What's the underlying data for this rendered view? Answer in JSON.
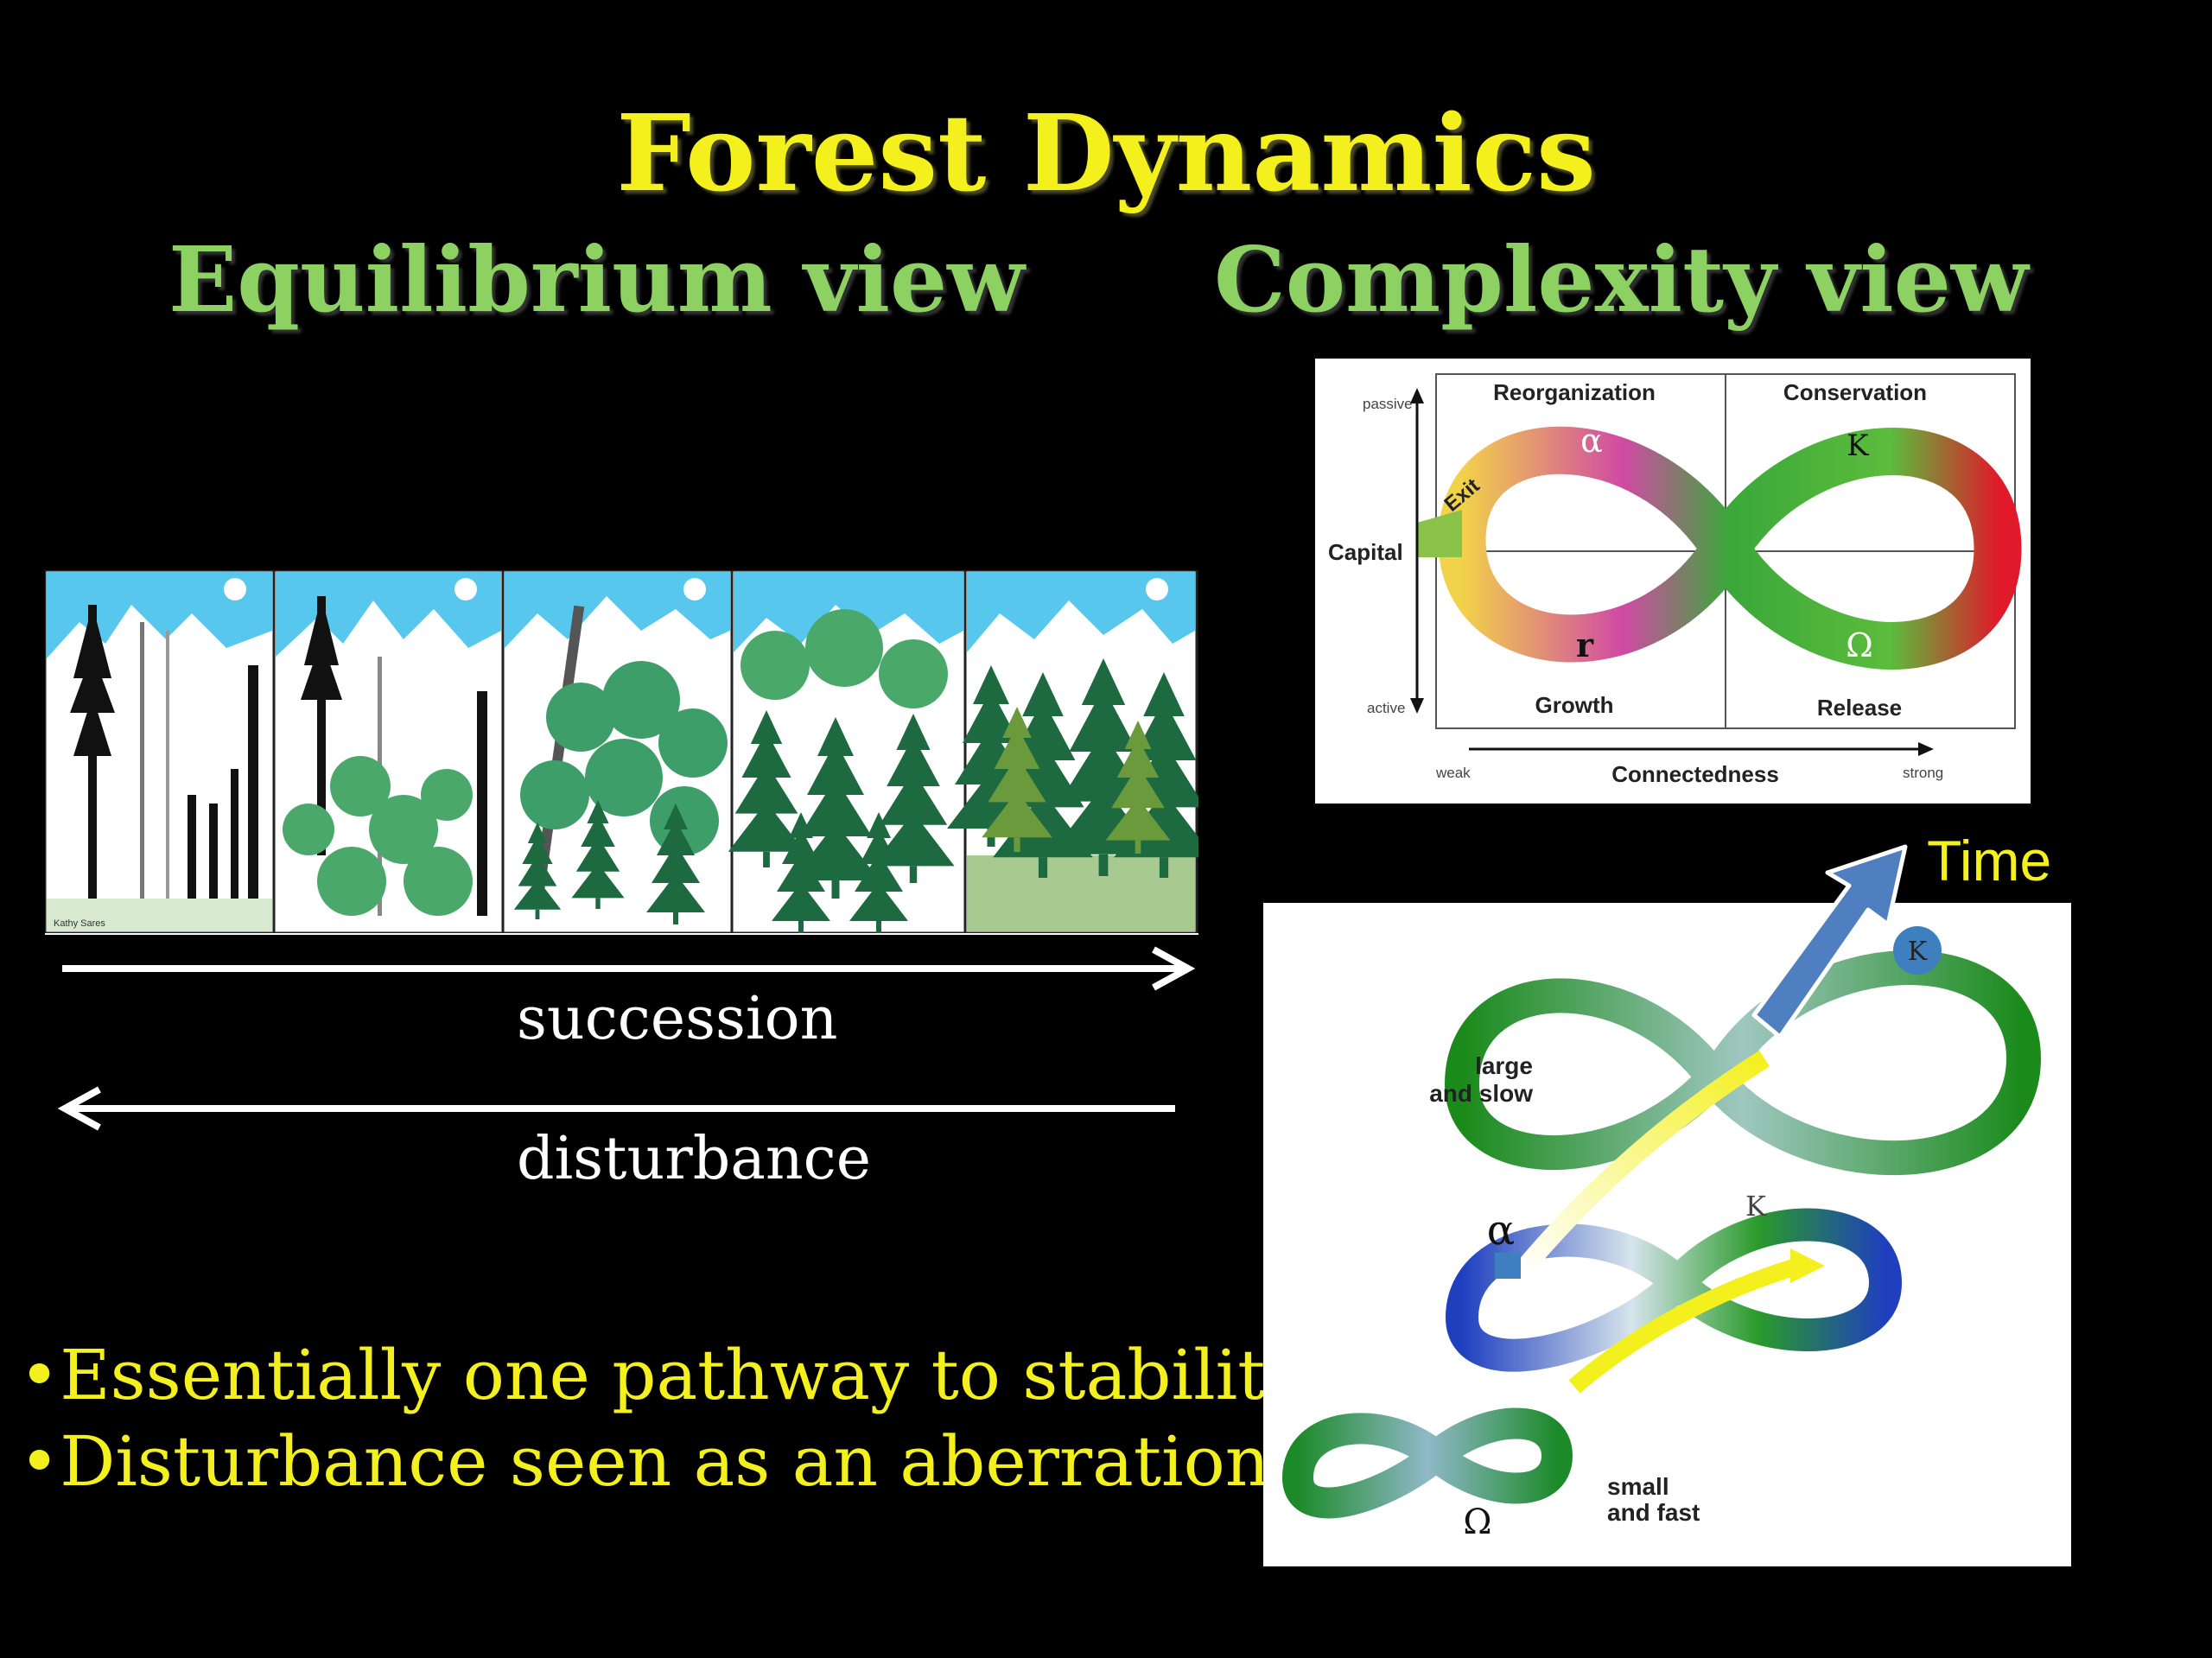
{
  "slide": {
    "title": "Forest Dynamics",
    "subtitle_left": "Equilibrium view",
    "subtitle_right": "Complexity view",
    "colors": {
      "title": "#f4f01e",
      "subtitle": "#8ed163",
      "background": "#000000"
    }
  },
  "equilibrium": {
    "panel_credit": "Kathy Sares",
    "succession_label": "succession",
    "disturbance_label": "disturbance",
    "bullets": [
      "•Essentially one pathway to stability",
      "•Disturbance seen as an aberration"
    ]
  },
  "adaptive_cycle": {
    "phases": {
      "reorganization": "Reorganization",
      "conservation": "Conservation",
      "growth": "Growth",
      "release": "Release"
    },
    "symbols": {
      "alpha": "α",
      "k": "K",
      "r": "r",
      "omega": "Ω"
    },
    "exit_label": "Exit",
    "y_axis": {
      "label": "Capital",
      "top": "passive",
      "bottom": "active"
    },
    "x_axis": {
      "label": "Connectedness",
      "left": "weak",
      "right": "strong"
    }
  },
  "panarchy": {
    "time_label": "Time",
    "large_label_line1": "large",
    "large_label_line2": "and  slow",
    "small_label_line1": "small",
    "small_label_line2": "and fast",
    "symbols": {
      "k_large": "K",
      "alpha": "α",
      "k_small": "K",
      "omega": "Ω"
    }
  }
}
